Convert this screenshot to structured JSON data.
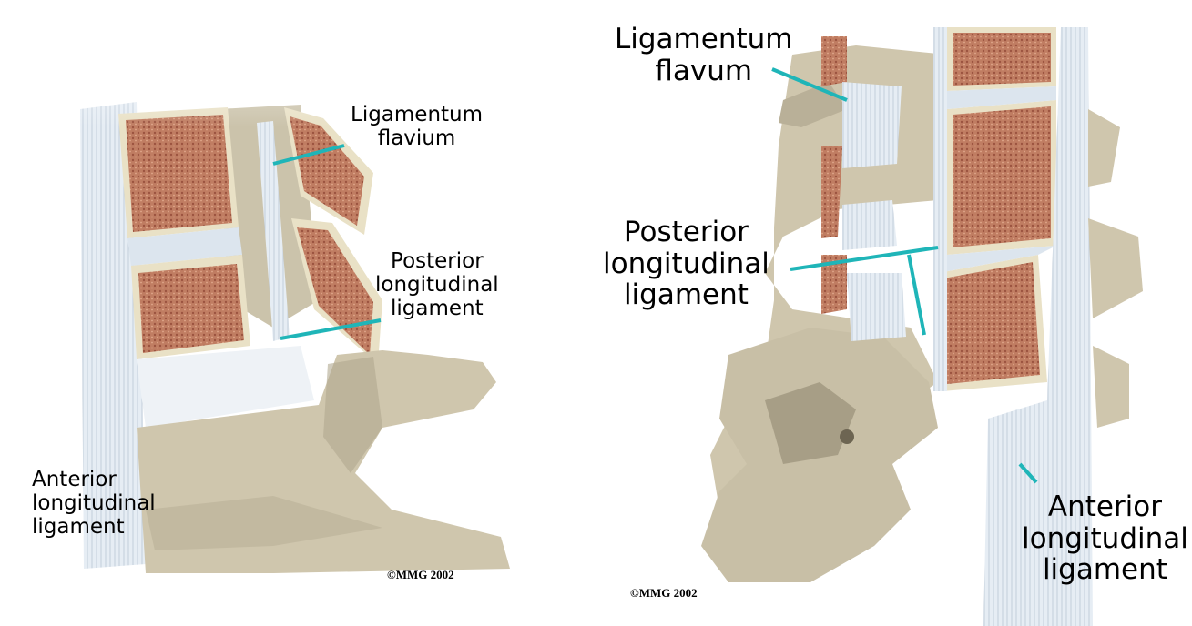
{
  "left_panel": {
    "labels": {
      "ligamentum_flavium": [
        "Ligamentum",
        "flavium"
      ],
      "posterior_longitudinal": [
        "Posterior",
        "longitudinal",
        "ligament"
      ],
      "anterior_longitudinal": [
        "Anterior",
        "longitudinal",
        "ligament"
      ]
    },
    "copyright": "©MMG 2002"
  },
  "right_panel": {
    "labels": {
      "ligamentum_flavum": [
        "Ligamentum",
        "flavum"
      ],
      "posterior_longitudinal": [
        "Posterior",
        "longitudinal",
        "ligament"
      ],
      "anterior_longitudinal": [
        "Anterior",
        "longitudinal",
        "ligament"
      ]
    },
    "copyright": "©MMG 2002"
  },
  "colors": {
    "leader_line": "#1fb5b8",
    "bone": "#cfc6ad",
    "bone_shadow": "#a79e86",
    "marrow": "#b8735a",
    "ligament": "#e4ebf3",
    "disc": "#dfe6ec"
  }
}
